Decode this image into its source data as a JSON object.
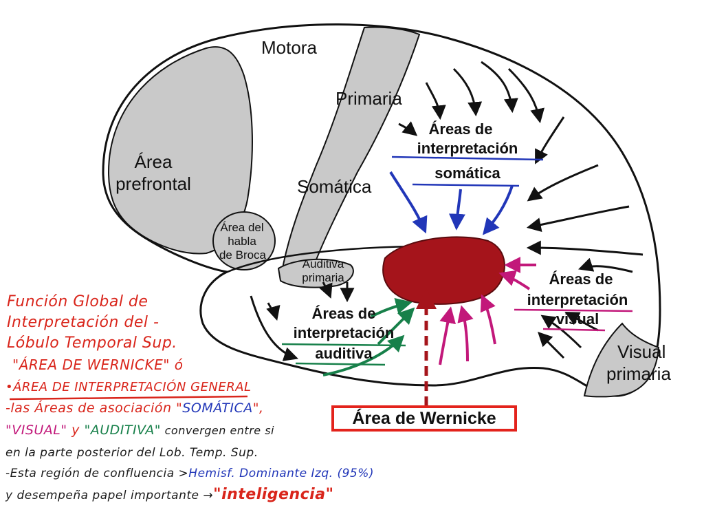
{
  "diagram": {
    "labels": {
      "motora": "Motora",
      "primaria": "Primaria",
      "somatica": "Somática",
      "area_prefrontal_1": "Área",
      "area_prefrontal_2": "prefrontal",
      "broca_1": "Área del",
      "broca_2": "habla",
      "broca_3": "de Broca",
      "auditiva_primaria_1": "Auditiva",
      "auditiva_primaria_2": "primaria",
      "interp_somatica_1": "Áreas de",
      "interp_somatica_2": "interpretación",
      "interp_somatica_3": "somática",
      "interp_auditiva_1": "Áreas de",
      "interp_auditiva_2": "interpretación",
      "interp_auditiva_3": "auditiva",
      "interp_visual_1": "Áreas de",
      "interp_visual_2": "interpretación",
      "interp_visual_3": "visual",
      "visual_primaria_1": "Visual",
      "visual_primaria_2": "primaria",
      "area_wernicke": "Área de Wernicke"
    },
    "colors": {
      "gray_region": "#c9c9c9",
      "wernicke_fill": "#a5141b",
      "outline": "#111111",
      "blue_arrow": "#2136b8",
      "green_arrow": "#17804a",
      "magenta_arrow": "#c2187a",
      "red_box": "#e3231c"
    }
  },
  "notes": {
    "line1": "Función Global de",
    "line2": "Interpretación del -",
    "line3": "Lóbulo Temporal Sup.",
    "line4": "\"ÁREA DE WERNICKE\" ó",
    "line5": "•ÁREA DE INTERPRETACIÓN GENERAL",
    "line6_a": "-las Áreas de asociación \"",
    "line6_b": "SOMÁTICA",
    "line6_c": "\",",
    "line7_a": "\"VISUAL\"",
    "line7_b": " y ",
    "line7_c": "\"AUDITIVA\"",
    "line7_d": " convergen entre si",
    "line8": "en la parte posterior del Lob. Temp. Sup.",
    "line9_a": "-Esta región de confluencia >",
    "line9_b": "Hemisf. Dominante Izq. (95%)",
    "line10_a": "y desempeña papel importante →",
    "line10_b": "\"inteligencia\""
  }
}
